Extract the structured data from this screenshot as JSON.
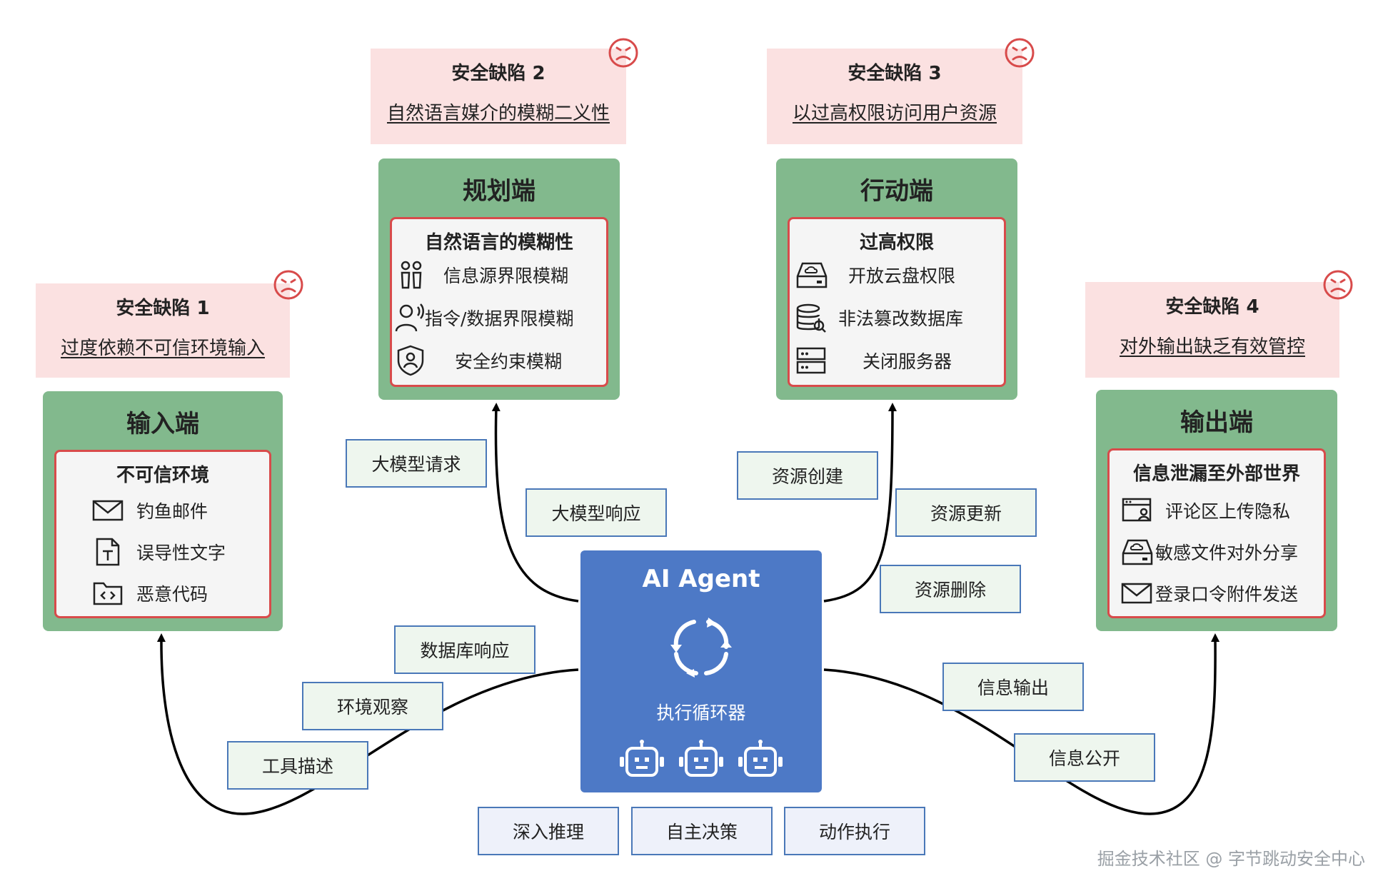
{
  "defects": [
    {
      "id": "d1",
      "title": "安全缺陷 1",
      "desc": "过度依赖不可信环境输入"
    },
    {
      "id": "d2",
      "title": "安全缺陷 2",
      "desc": "自然语言媒介的模糊二义性"
    },
    {
      "id": "d3",
      "title": "安全缺陷 3",
      "desc": "以过高权限访问用户资源"
    },
    {
      "id": "d4",
      "title": "安全缺陷 4",
      "desc": "对外输出缺乏有效管控"
    }
  ],
  "panels": {
    "input": {
      "title": "输入端",
      "subtitle": "不可信环境",
      "items": [
        {
          "icon": "envelope-icon",
          "label": "钓鱼邮件"
        },
        {
          "icon": "text-file-icon",
          "label": "误导性文字"
        },
        {
          "icon": "code-folder-icon",
          "label": "恶意代码"
        }
      ]
    },
    "planning": {
      "title": "规划端",
      "subtitle": "自然语言的模糊性",
      "items": [
        {
          "icon": "people-icon",
          "label": "信息源界限模糊"
        },
        {
          "icon": "voice-user-icon",
          "label": "指令/数据界限模糊"
        },
        {
          "icon": "shield-user-icon",
          "label": "安全约束模糊"
        }
      ]
    },
    "action": {
      "title": "行动端",
      "subtitle": "过高权限",
      "items": [
        {
          "icon": "cloud-drive-icon",
          "label": "开放云盘权限"
        },
        {
          "icon": "database-search-icon",
          "label": "非法篡改数据库"
        },
        {
          "icon": "server-icon",
          "label": "关闭服务器"
        }
      ]
    },
    "output": {
      "title": "输出端",
      "subtitle": "信息泄漏至外部世界",
      "items": [
        {
          "icon": "browser-user-icon",
          "label": "评论区上传隐私"
        },
        {
          "icon": "cloud-drive-icon",
          "label": "敏感文件对外分享"
        },
        {
          "icon": "envelope-icon",
          "label": "登录口令附件发送"
        }
      ]
    }
  },
  "tags": {
    "llm_request": "大模型请求",
    "llm_response": "大模型响应",
    "resource_create": "资源创建",
    "resource_update": "资源更新",
    "resource_delete": "资源删除",
    "db_response": "数据库响应",
    "env_observe": "环境观察",
    "tool_desc": "工具描述",
    "info_output": "信息输出",
    "info_public": "信息公开",
    "deep_reasoning": "深入推理",
    "autonomous_decision": "自主决策",
    "action_execution": "动作执行"
  },
  "agent": {
    "title": "AI Agent",
    "loop_label": "执行循环器"
  },
  "watermark": "掘金技术社区 @ 字节跳动安全中心",
  "colors": {
    "panel_green": "#82b98d",
    "defect_pink": "#fbe1e1",
    "agent_blue": "#4d79c6",
    "inner_border_red": "#d84b4b",
    "sad_face_red": "#d84b4b"
  }
}
